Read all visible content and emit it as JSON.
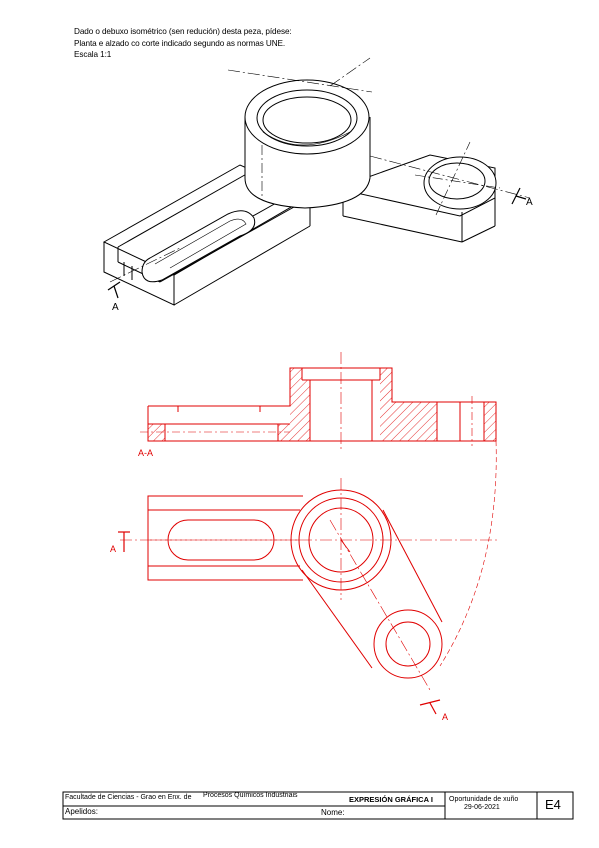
{
  "instructions": {
    "line1": "Dado o debuxo isométrico (sen redución) desta peza, pídese:",
    "line2": "Planta e alzado co corte indicado segundo as normas UNE.",
    "line3": "Escala 1:1"
  },
  "isometric": {
    "cut_label_left": "A",
    "cut_label_right": "A"
  },
  "elevation": {
    "section_label": "A-A"
  },
  "plan": {
    "cut_label_left": "A",
    "cut_label_bottom": "A"
  },
  "title_block": {
    "faculty": "Facultade de Ciencias - Grao en Enx. de",
    "degree_tail": "Procesos Químicos Industriais",
    "subject": "EXPRESIÓN GRÁFICA I",
    "session": "Oportunidade de xuño",
    "date": "29-06-2021",
    "exercise": "E4",
    "surname_label": "Apelidos:",
    "name_label": "Nome:"
  },
  "colors": {
    "ink": "#000000",
    "drawing_red": "#e00000",
    "paper": "#ffffff"
  }
}
